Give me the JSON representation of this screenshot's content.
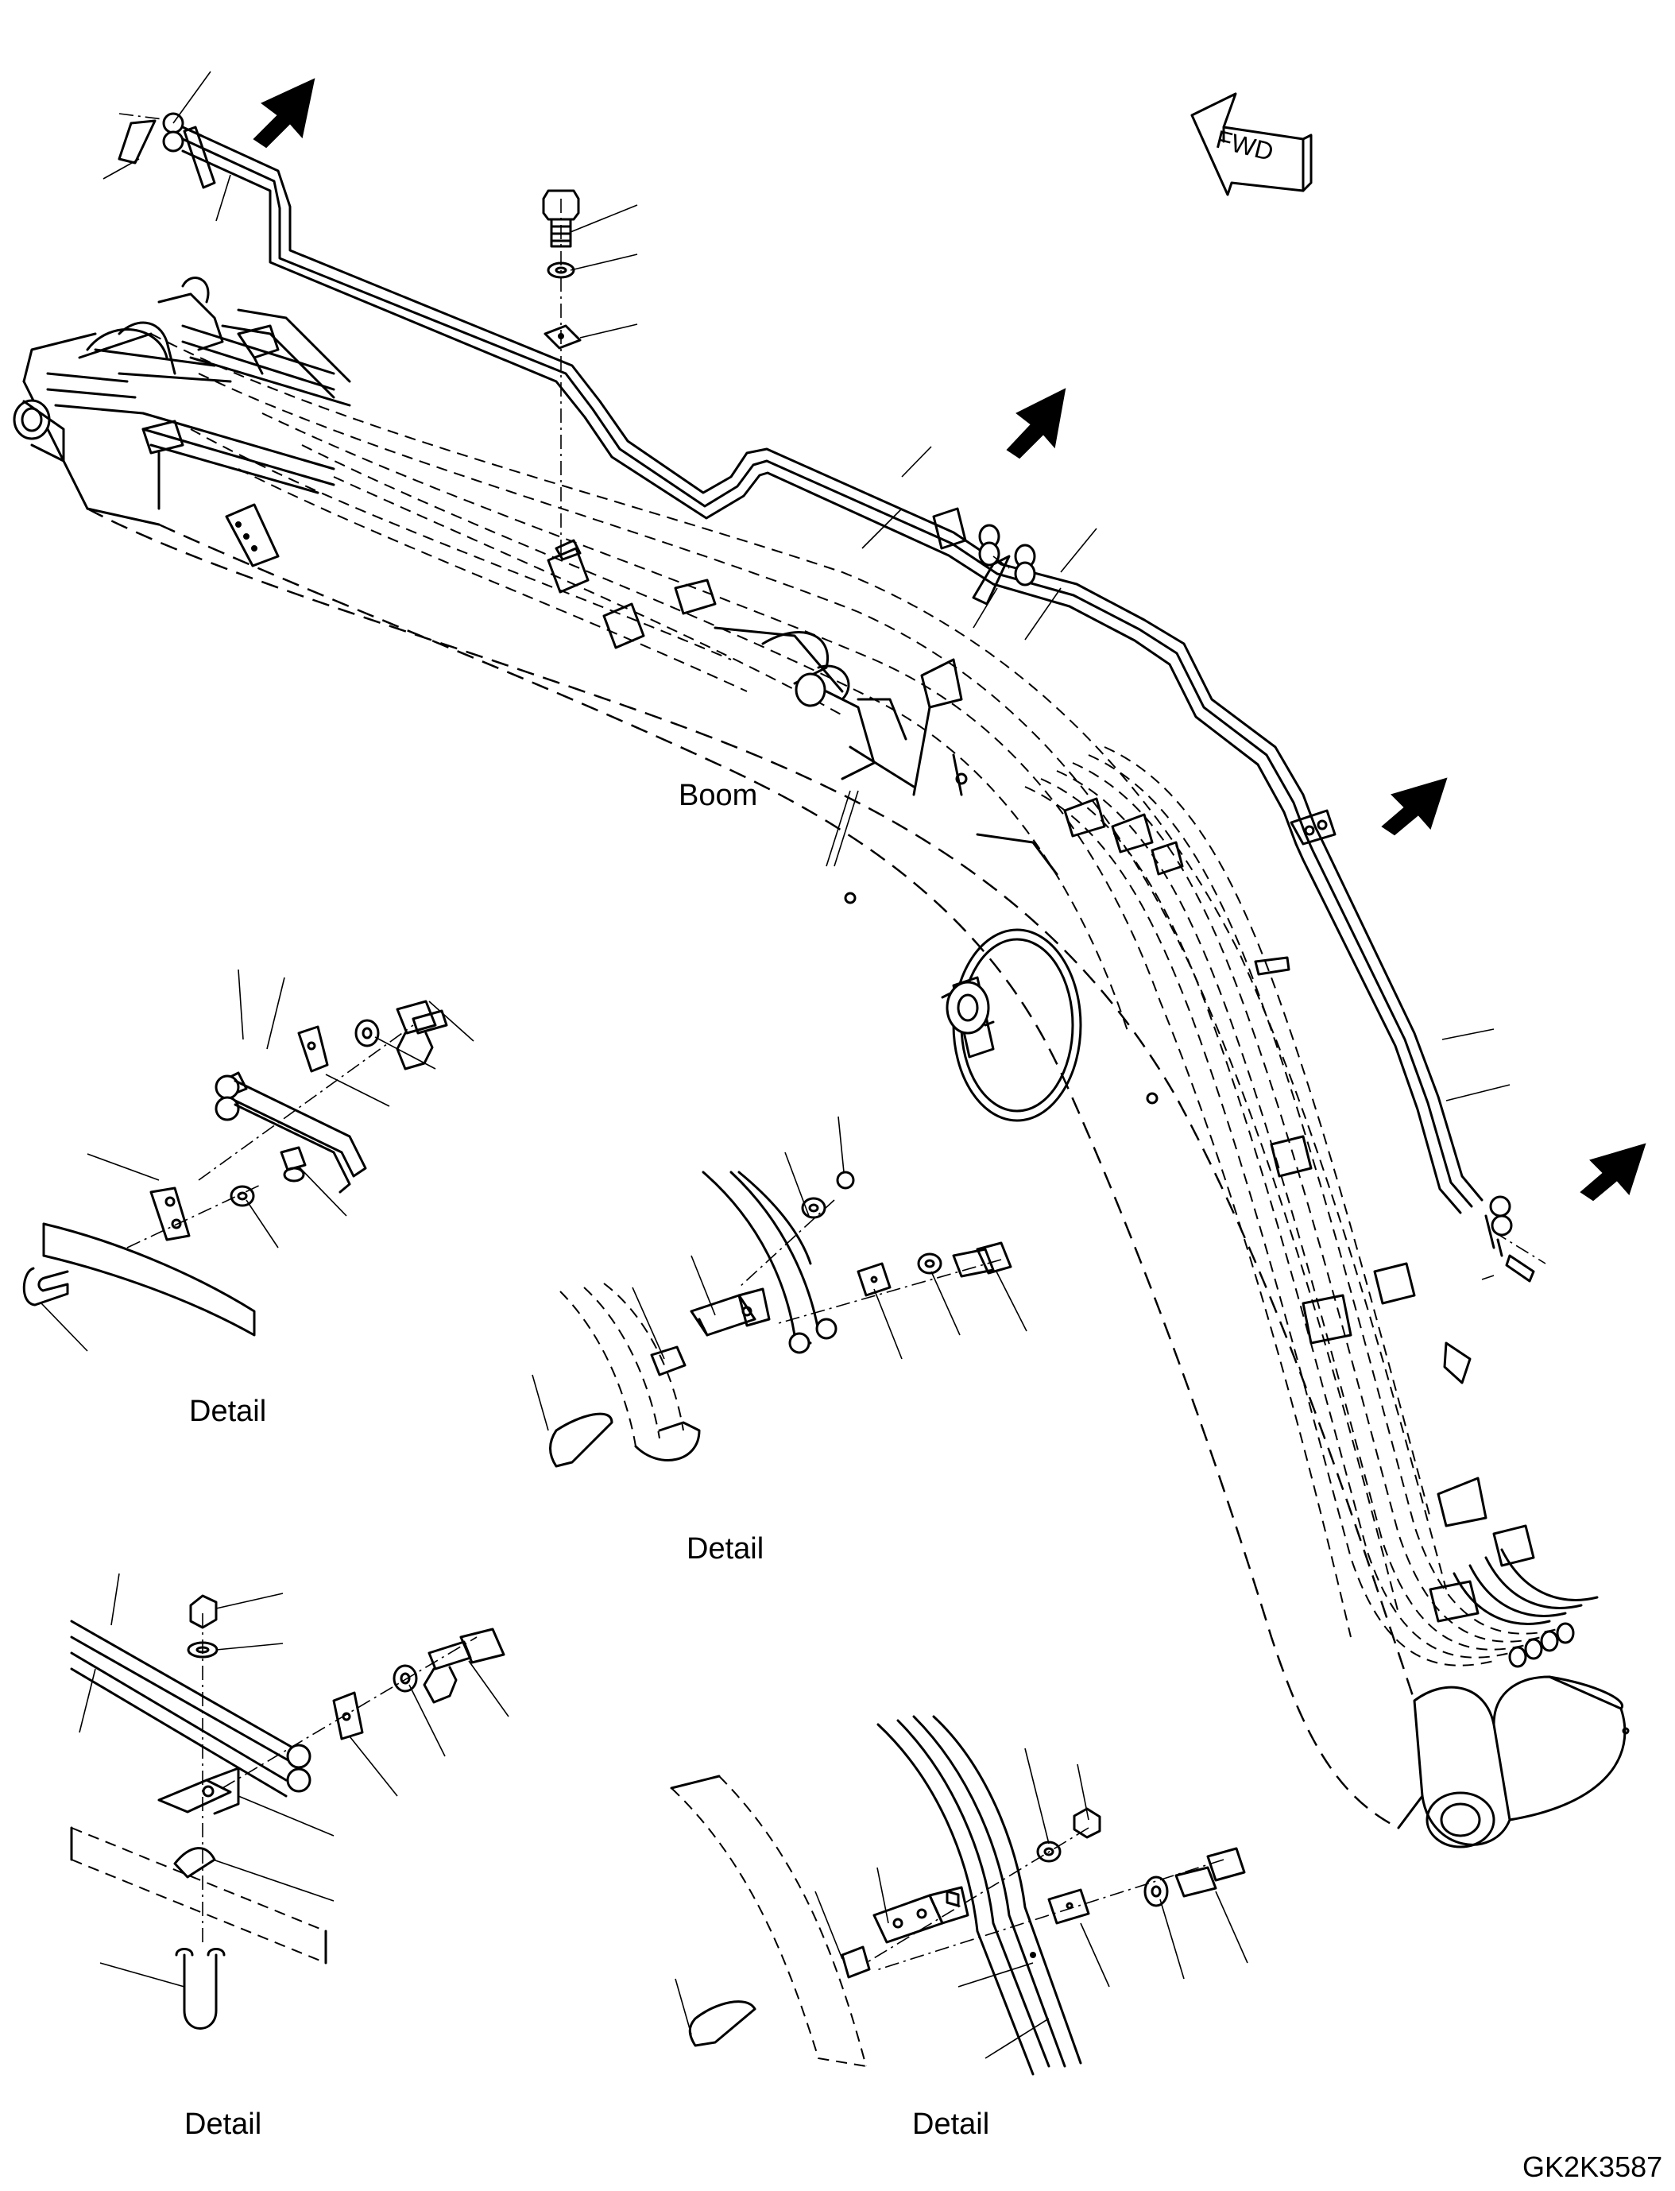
{
  "labels": {
    "boom": "Boom",
    "fwd": "FWD",
    "detail_1": "Detail",
    "detail_2": "Detail",
    "detail_3": "Detail",
    "detail_4": "Detail",
    "drawing_code": "GK2K3587"
  }
}
